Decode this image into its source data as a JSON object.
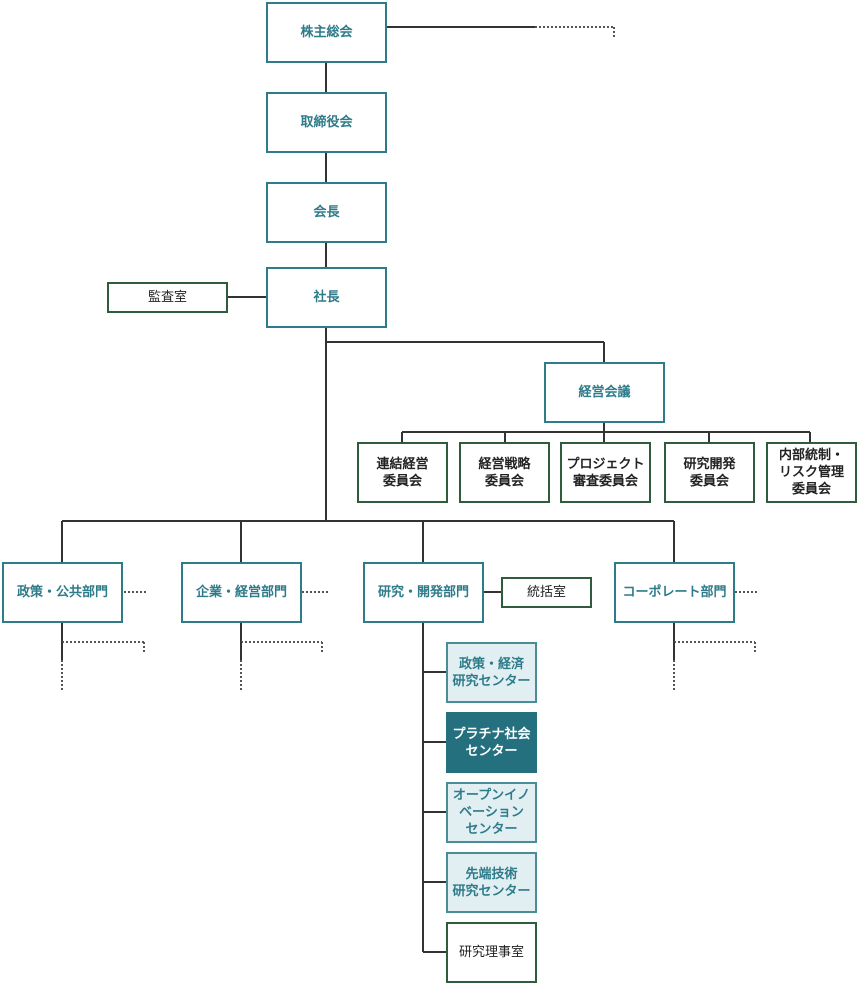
{
  "top": {
    "shareholders": "株主総会",
    "board": "取締役会",
    "chairman": "会長",
    "president": "社長",
    "audit": "監査室"
  },
  "management_meeting": {
    "label": "経営会議",
    "committees": [
      "連結経営\n委員会",
      "経営戦略\n委員会",
      "プロジェクト\n審査委員会",
      "研究開発\n委員会",
      "内部統制・\nリスク管理\n委員会"
    ]
  },
  "divisions": [
    "政策・公共部門",
    "企業・経営部門",
    "研究・開発部門",
    "コーポレート部門"
  ],
  "coordination_office": "統括室",
  "research_centers": [
    "政策・経済\n研究センター",
    "プラチナ社会\nセンター",
    "オープンイノ\nベーション\nセンター",
    "先端技術\n研究センター",
    "研究理事室"
  ],
  "colors": {
    "teal": "#2e7b8a",
    "green_border": "#2e5c3c",
    "light_fill": "#e2eff2",
    "dark_fill": "#24707f"
  }
}
